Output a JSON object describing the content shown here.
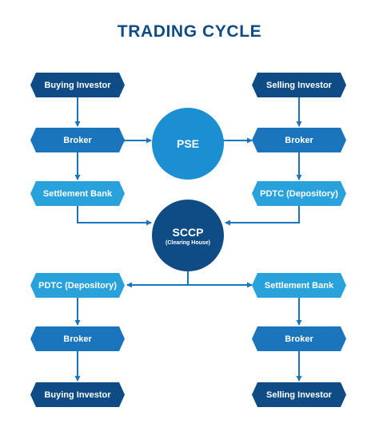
{
  "title": "TRADING CYCLE",
  "top": {
    "left": [
      "Buying Investor",
      "Broker",
      "Settlement Bank"
    ],
    "right": [
      "Selling Investor",
      "Broker",
      "PDTC (Depository)"
    ]
  },
  "center": {
    "pse": "PSE",
    "sccp": "SCCP",
    "sccp_sub": "(Clearing House)"
  },
  "bottom": {
    "left": [
      "PDTC (Depository)",
      "Broker",
      "Buying Investor"
    ],
    "right": [
      "Settlement Bank",
      "Broker",
      "Selling Investor"
    ]
  },
  "colors": {
    "dark": "#0f4c86",
    "mid": "#1b75bc",
    "light": "#29a2dc",
    "pse": "#1b8fd2",
    "connector": "#1b75bc"
  }
}
